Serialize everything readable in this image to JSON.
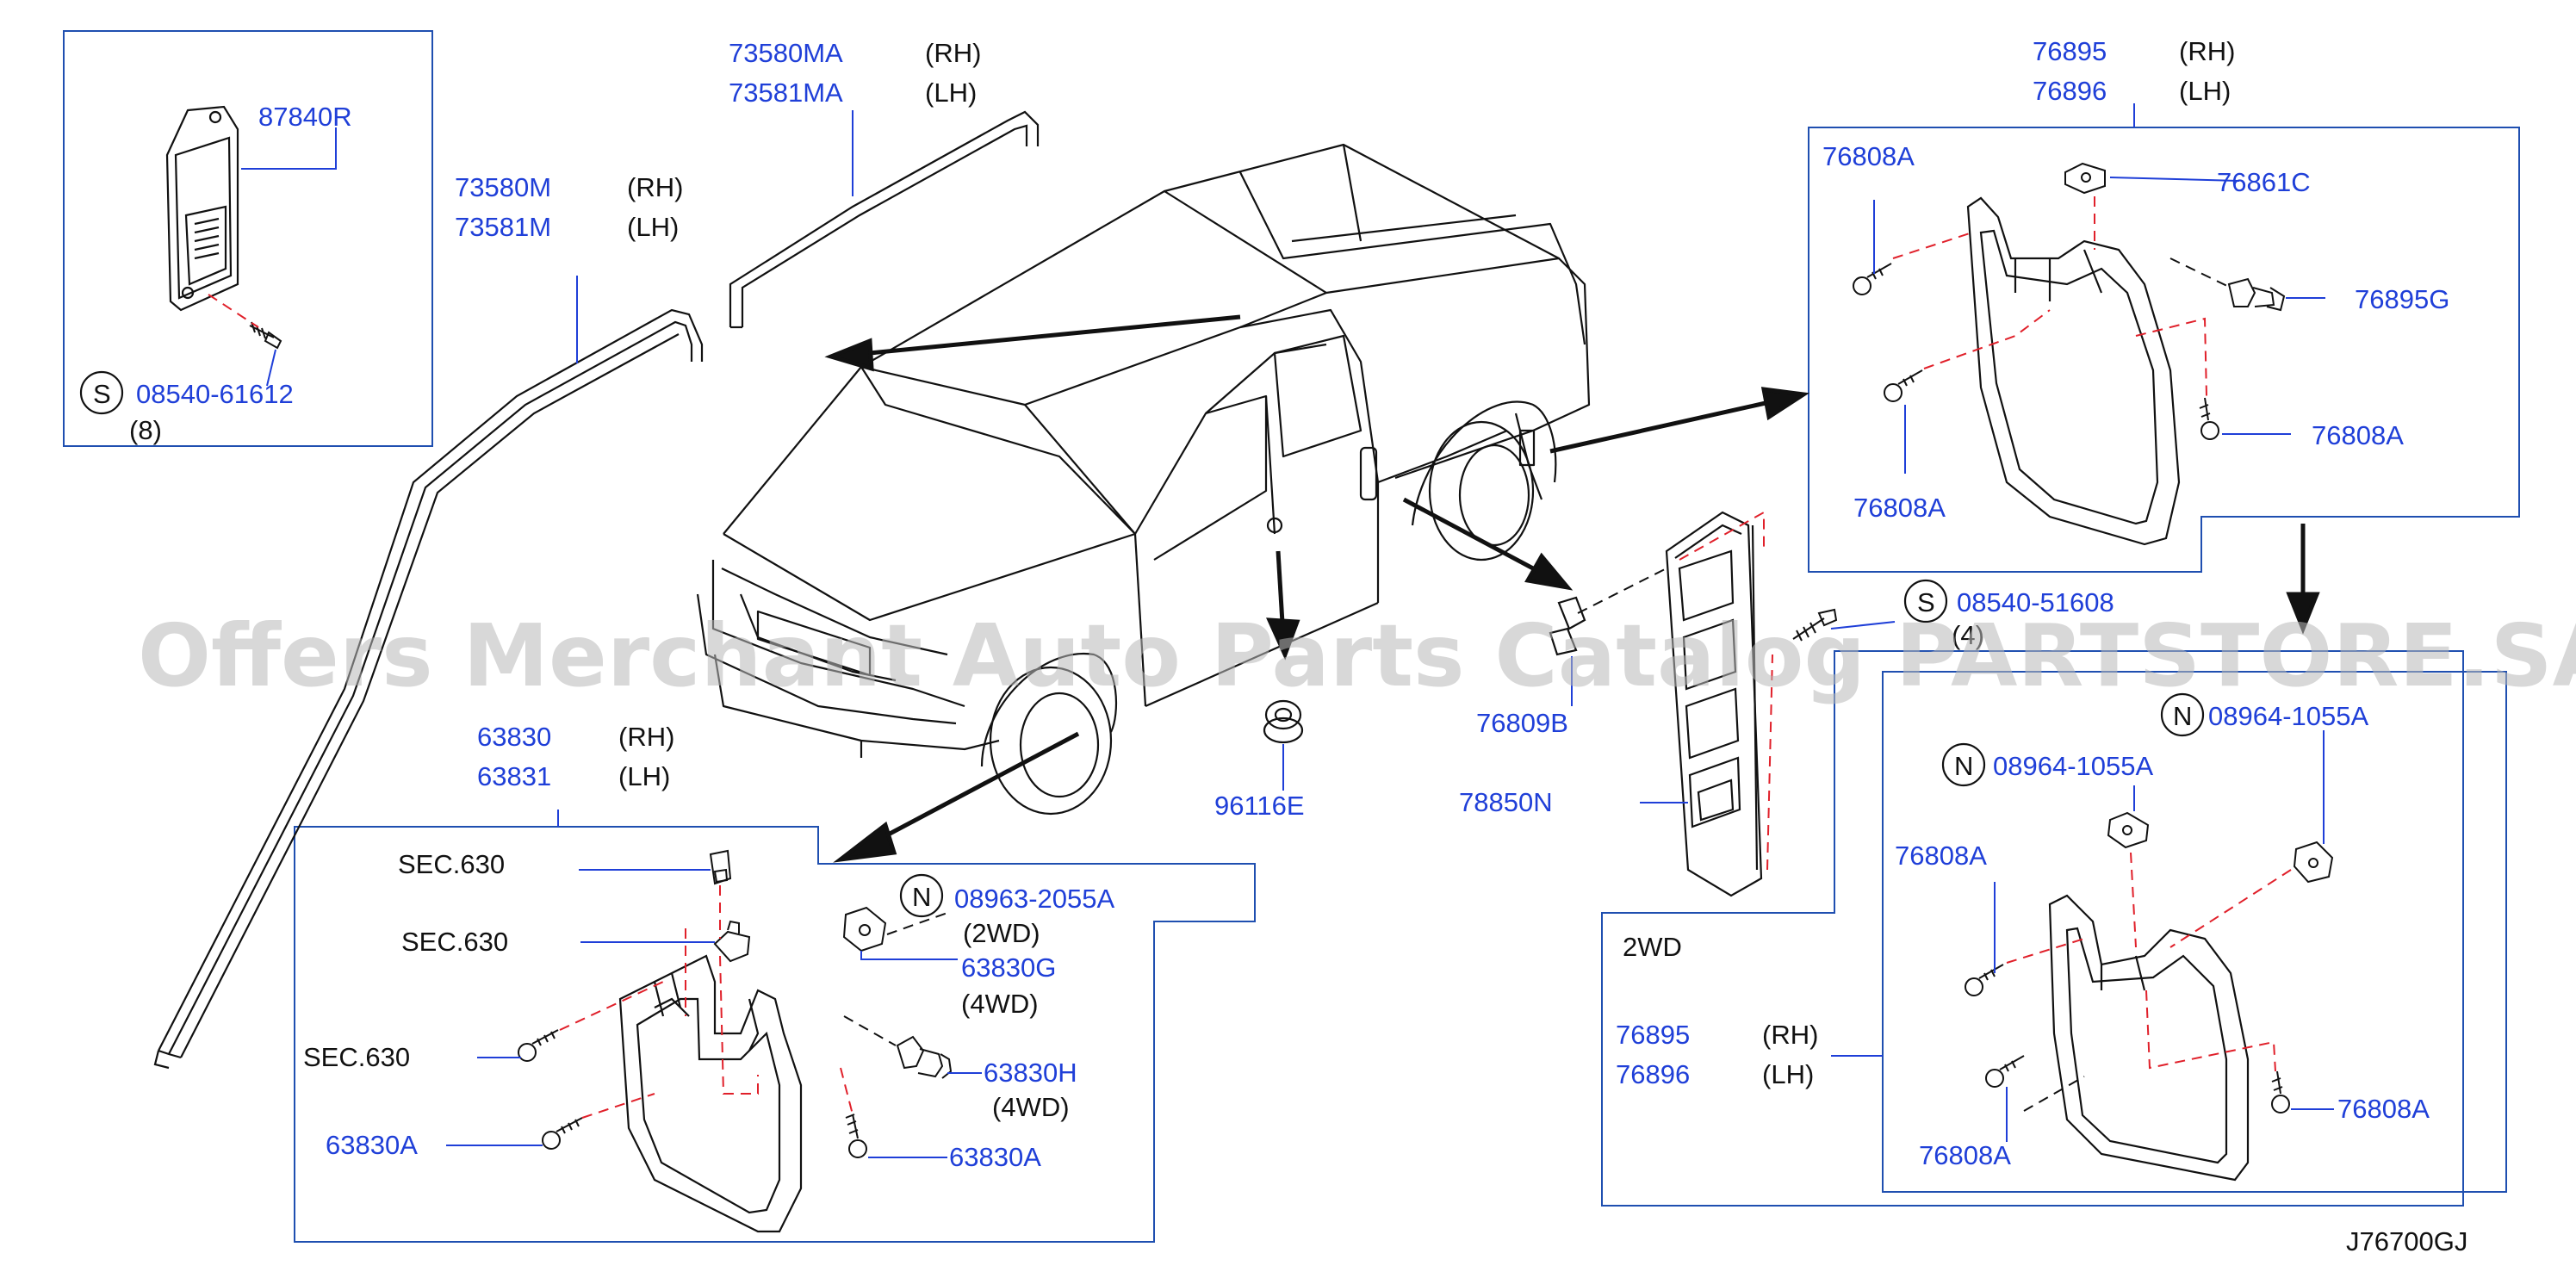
{
  "diagram_code": "J76700GJ",
  "watermark": "Offers Merchant Auto Parts Catalog PARTSTORE.SA",
  "colors": {
    "part_label": "#1f3fd8",
    "box": "#1f4fb0",
    "leader": "#1f3fd8",
    "dash": "#e0202a",
    "text": "#111111"
  },
  "top_left": {
    "part": "87840R",
    "screw_symbol": "S",
    "screw": "08540-61612",
    "qty": "(8)"
  },
  "roof_rail_outer": {
    "rh": "73580MA",
    "lh": "73581MA",
    "rh_side": "(RH)",
    "lh_side": "(LH)"
  },
  "roof_rail": {
    "rh": "73580M",
    "lh": "73581M",
    "rh_side": "(RH)",
    "lh_side": "(LH)"
  },
  "front_flap": {
    "rh": "63830",
    "lh": "63831",
    "rh_side": "(RH)",
    "lh_side": "(LH)",
    "sec1": "SEC.630",
    "sec2": "SEC.630",
    "sec3": "SEC.630",
    "nut_symbol": "N",
    "nut": "08963-2055A",
    "nut_note": "(2WD)",
    "clip_g": "63830G",
    "clip_g_note": "(4WD)",
    "clip_h": "63830H",
    "clip_h_note": "(4WD)",
    "screw_left": "63830A",
    "screw_right": "63830A"
  },
  "grommet": "96116E",
  "clip_b": "76809B",
  "step": "78850N",
  "step_screw_symbol": "S",
  "step_screw": "08540-51608",
  "step_screw_qty": "(4)",
  "rear_flap_4wd": {
    "rh": "76895",
    "lh": "76896",
    "rh_side": "(RH)",
    "lh_side": "(LH)",
    "screw_tl": "76808A",
    "bracket": "76861C",
    "clip": "76895G",
    "screw_r": "76808A",
    "screw_bl": "76808A"
  },
  "rear_flap_2wd": {
    "title": "2WD",
    "rh": "76895",
    "lh": "76896",
    "rh_side": "(RH)",
    "lh_side": "(LH)",
    "nut_symbol_a": "N",
    "nut_a": "08964-1055A",
    "nut_symbol_b": "N",
    "nut_b": "08964-1055A",
    "screw_tl": "76808A",
    "screw_r": "76808A",
    "screw_bl": "76808A"
  }
}
